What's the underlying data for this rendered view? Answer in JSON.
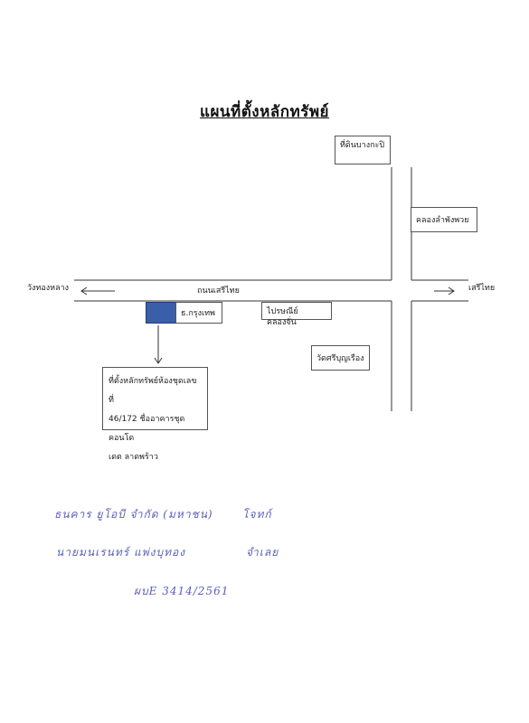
{
  "title": "แผนที่ตั้งหลักทรัพย์",
  "labels": {
    "north_area": "ที่ดินบางกะปิ",
    "canal": "คลองลำพังพวย",
    "west_direction": "วังทองหลาง",
    "road": "ถนนเสรีไทย",
    "east_direction": "เสรีไทย",
    "bank": "ธ.กรุงเทพ",
    "post_office": "ไปรษณีย์คลองจั่น",
    "temple": "วัดศรีบุญเรือง"
  },
  "property": {
    "line1": "ที่ตั้งหลักทรัพย์ห้องชุดเลขที่",
    "line2": "46/172 ชื่ออาคารชุด คอนโด",
    "line3": "เดต ลาดพร้าว"
  },
  "marker_color": "#3a5ea8",
  "signatures": {
    "line1_left": "ธนคาร ยูโอบี จำกัด (มหาชน)",
    "line1_right": "โจทก์",
    "line2_left": "นายมนเรนทร์  แพ่งบุทอง",
    "line2_right": "จำเลย",
    "case_number": "ผบE 3414/2561"
  }
}
